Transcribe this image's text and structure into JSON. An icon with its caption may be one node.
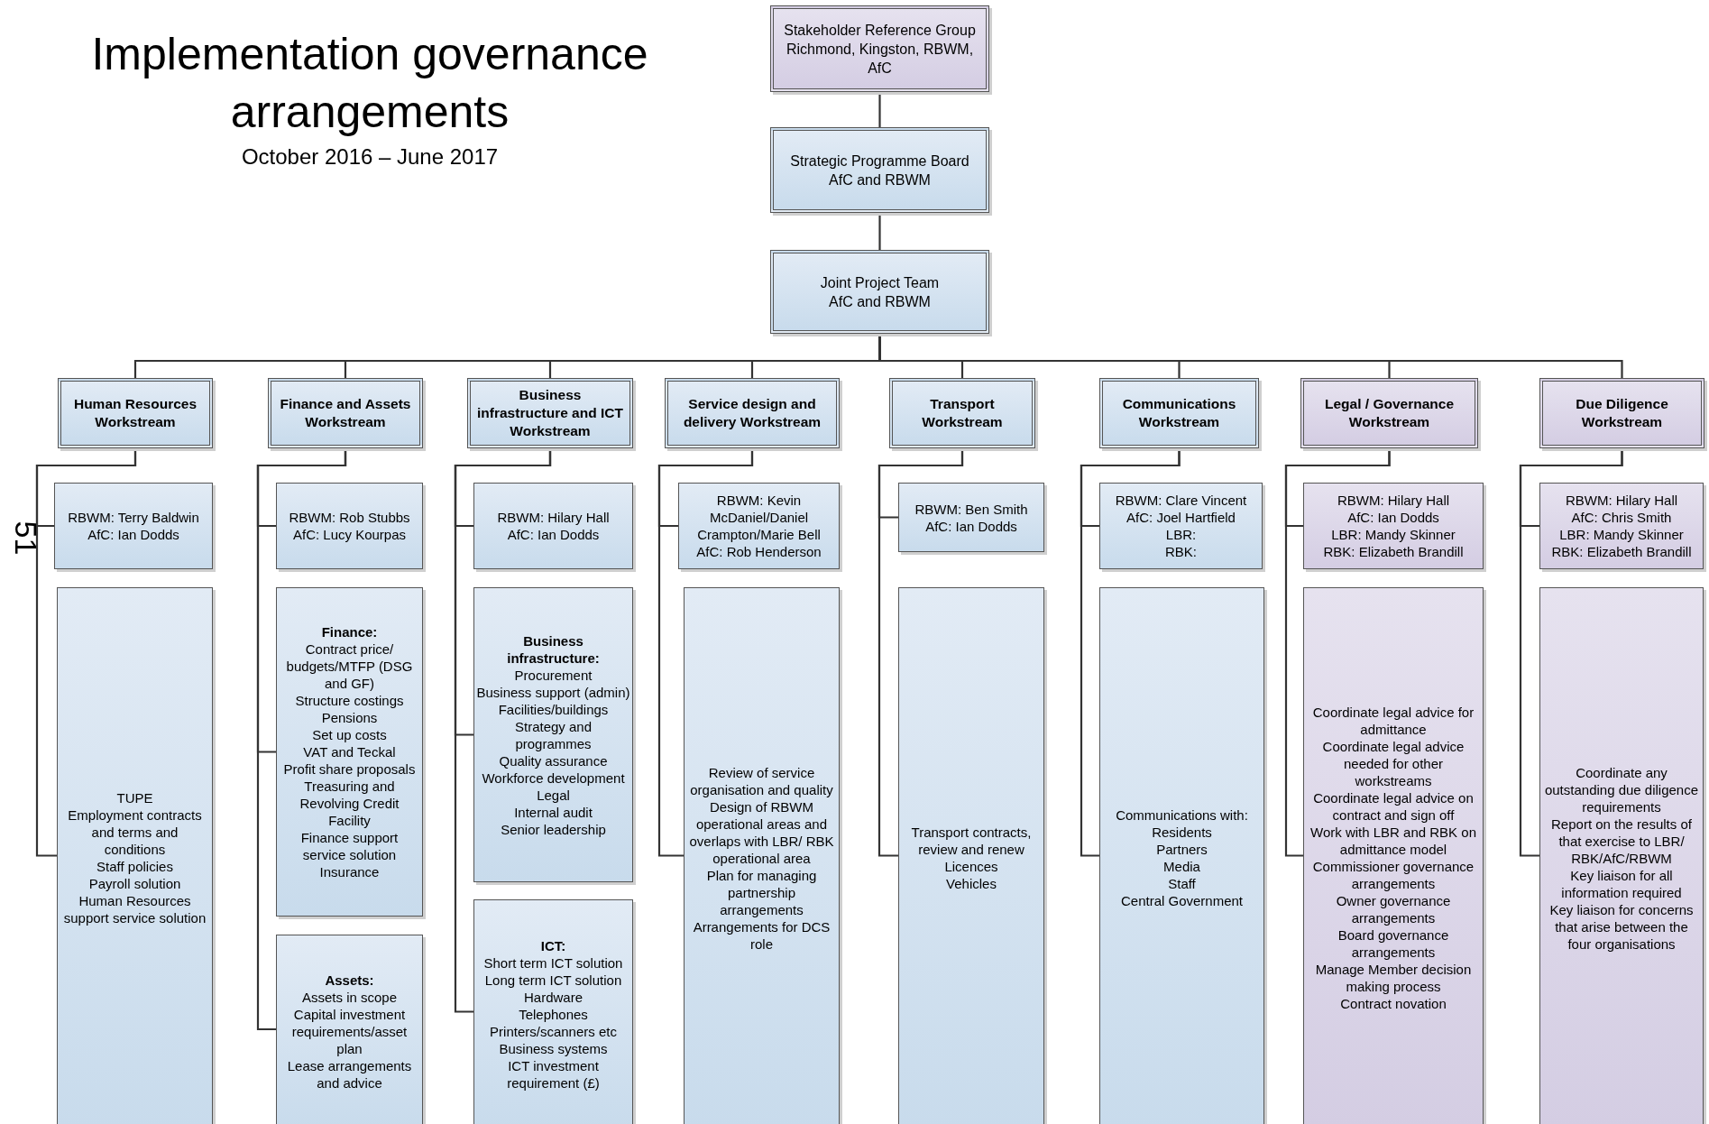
{
  "diagram": {
    "title": "Implementation governance arrangements",
    "nodes": [
      {
        "text": [
          "Stakeholder Reference Group",
          "Richmond, Kingston, RBWM, AfC"
        ]
      },
      {
        "text": [
          "Strategic Programme Board",
          "AfC and RBWM"
        ]
      },
      {
        "text": [
          "Joint Project Team",
          "AfC and RBWM"
        ]
      },
      {
        "text": [
          "Human Resources Workstream"
        ]
      },
      {
        "text": [
          "RBWM: Terry Baldwin",
          "AfC: Ian Dodds"
        ]
      },
      {
        "text": [
          "TUPE",
          "Employment contracts and terms and conditions",
          "Staff policies",
          "Payroll solution",
          "Human Resources support service solution"
        ]
      },
      {
        "text": [
          "Finance and Assets Workstream"
        ]
      },
      {
        "text": [
          "RBWM: Rob Stubbs",
          "AfC: Lucy Kourpas"
        ]
      },
      {
        "text": [
          "Finance:",
          "Contract price/ budgets/MTFP (DSG and GF)",
          "Structure costings",
          "Pensions",
          "Set up costs",
          "VAT and Teckal",
          "Profit share proposals",
          "Treasuring and Revolving Credit Facility",
          "Finance support service solution",
          "Insurance"
        ]
      },
      {
        "text": [
          "Assets:",
          "Assets in scope",
          "Capital investment requirements/asset plan",
          "Lease arrangements and advice"
        ]
      },
      {
        "text": [
          "Business infrastructure and ICT Workstream"
        ]
      },
      {
        "text": [
          "RBWM: Hilary Hall",
          "AfC: Ian Dodds"
        ]
      },
      {
        "text": [
          "Business infrastructure:",
          "Procurement",
          "Business support (admin)",
          "Facilities/buildings",
          "Strategy and programmes",
          "Quality assurance",
          "Workforce development",
          "Legal",
          "Internal audit",
          "Senior leadership"
        ]
      },
      {
        "text": [
          "ICT:",
          "Short term ICT solution",
          "Long term ICT solution",
          "Hardware",
          "Telephones",
          "Printers/scanners etc",
          "Business systems",
          "ICT investment requirement (£)"
        ]
      },
      {
        "text": [
          "Service design and delivery Workstream"
        ]
      },
      {
        "text": [
          "RBWM: Kevin McDaniel/Daniel Crampton/Marie Bell",
          "AfC: Rob Henderson"
        ]
      },
      {
        "text": [
          "Review of service organisation and quality",
          "Design of RBWM operational areas and overlaps with LBR/ RBK operational area",
          "Plan for managing partnership arrangements",
          "Arrangements for DCS role"
        ]
      },
      {
        "text": [
          "Transport Workstream"
        ]
      },
      {
        "text": [
          "RBWM: Ben Smith",
          "AfC: Ian Dodds"
        ]
      },
      {
        "text": [
          "Transport contracts, review and renew",
          "Licences",
          "Vehicles"
        ]
      },
      {
        "text": [
          "Communications Workstream"
        ]
      },
      {
        "text": [
          "RBWM: Clare Vincent",
          "AfC: Joel Hartfield",
          "LBR:",
          "RBK:"
        ]
      },
      {
        "text": [
          "Communications with:",
          "Residents",
          "Partners",
          "Media",
          "Staff",
          "Central Government"
        ]
      },
      {
        "text": [
          "Legal / Governance Workstream"
        ]
      },
      {
        "text": [
          "RBWM: Hilary Hall",
          "AfC: Ian Dodds",
          "LBR: Mandy Skinner",
          "RBK: Elizabeth Brandill"
        ]
      },
      {
        "text": [
          "Coordinate legal advice for admittance",
          "Coordinate legal advice needed for other workstreams",
          "Coordinate legal advice on contract and sign off",
          "Work with LBR and RBK on admittance model",
          "Commissioner governance arrangements",
          "Owner governance arrangements",
          "Board governance arrangements",
          "Manage Member decision making process",
          "Contract novation"
        ]
      },
      {
        "text": [
          "Due Diligence Workstream"
        ]
      },
      {
        "text": [
          "RBWM: Hilary Hall",
          "AfC: Chris Smith",
          "LBR: Mandy Skinner",
          "RBK: Elizabeth Brandill"
        ]
      },
      {
        "text": [
          "Coordinate any outstanding due diligence requirements",
          "Report on the results of that exercise to LBR/ RBK/AfC/RBWM",
          "Key liaison for all information required",
          "Key liaison for concerns that arise between the four organisations"
        ]
      }
    ],
    "edges": [
      {
        "from": 0,
        "to": 1,
        "arrow": "none"
      },
      {
        "from": 1,
        "to": 2,
        "arrow": "none"
      },
      {
        "from": 2,
        "to": 3,
        "arrow": "none"
      },
      {
        "from": 2,
        "to": 6,
        "arrow": "none"
      },
      {
        "from": 2,
        "to": 10,
        "arrow": "none"
      },
      {
        "from": 2,
        "to": 14,
        "arrow": "none"
      },
      {
        "from": 2,
        "to": 17,
        "arrow": "none"
      },
      {
        "from": 2,
        "to": 20,
        "arrow": "none"
      },
      {
        "from": 2,
        "to": 23,
        "arrow": "none"
      },
      {
        "from": 2,
        "to": 26,
        "arrow": "none"
      },
      {
        "from": 3,
        "to": 4,
        "arrow": "none"
      },
      {
        "from": 3,
        "to": 5,
        "arrow": "none"
      },
      {
        "from": 6,
        "to": 7,
        "arrow": "none"
      },
      {
        "from": 6,
        "to": 8,
        "arrow": "none"
      },
      {
        "from": 6,
        "to": 9,
        "arrow": "none"
      },
      {
        "from": 10,
        "to": 11,
        "arrow": "none"
      },
      {
        "from": 10,
        "to": 12,
        "arrow": "none"
      },
      {
        "from": 10,
        "to": 13,
        "arrow": "none"
      },
      {
        "from": 14,
        "to": 15,
        "arrow": "none"
      },
      {
        "from": 14,
        "to": 16,
        "arrow": "none"
      },
      {
        "from": 17,
        "to": 18,
        "arrow": "none"
      },
      {
        "from": 17,
        "to": 19,
        "arrow": "none"
      },
      {
        "from": 20,
        "to": 21,
        "arrow": "none"
      },
      {
        "from": 20,
        "to": 22,
        "arrow": "none"
      },
      {
        "from": 23,
        "to": 24,
        "arrow": "none"
      },
      {
        "from": 23,
        "to": 25,
        "arrow": "none"
      },
      {
        "from": 26,
        "to": 27,
        "arrow": "none"
      },
      {
        "from": 26,
        "to": 28,
        "arrow": "none"
      }
    ],
    "labels": [
      "October 2016 – June 2017",
      "51"
    ]
  }
}
